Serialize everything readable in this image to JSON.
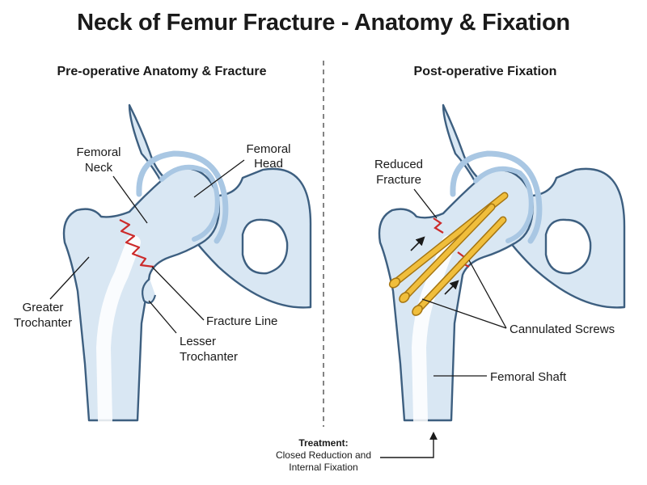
{
  "title": "Neck of Femur Fracture - Anatomy & Fixation",
  "left_panel": {
    "title": "Pre-operative Anatomy & Fracture",
    "labels": {
      "femoral_neck": [
        "Femoral",
        "Neck"
      ],
      "femoral_head": [
        "Femoral",
        "Head"
      ],
      "greater_trochanter": [
        "Greater",
        "Trochanter"
      ],
      "lesser_trochanter": [
        "Lesser",
        "Trochanter"
      ],
      "fracture_line": "Fracture Line"
    }
  },
  "right_panel": {
    "title": "Post-operative Fixation",
    "labels": {
      "reduced_fracture": [
        "Reduced",
        "Fracture"
      ],
      "cannulated_screws": "Cannulated Screws",
      "femoral_shaft": "Femoral Shaft"
    }
  },
  "treatment": {
    "heading": "Treatment:",
    "lines": [
      "Closed Reduction and",
      "Internal Fixation"
    ]
  },
  "colors": {
    "bone_fill": "#d9e7f3",
    "bone_outline": "#3d5f80",
    "cartilage": "#a9c7e3",
    "fracture": "#cc2b2b",
    "screw": "#f0be3c",
    "screw_outline": "#a67612",
    "divider": "#666666"
  }
}
